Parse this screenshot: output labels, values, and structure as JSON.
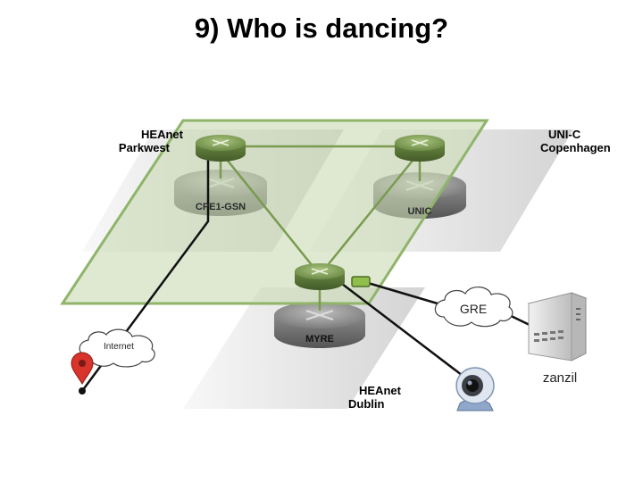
{
  "slide": {
    "title": "9) Who is dancing?"
  },
  "sites": {
    "parkwest": {
      "line1": "HEAnet",
      "line2": "Parkwest"
    },
    "copenhagen": {
      "line1": "UNI-C",
      "line2": "Copenhagen"
    },
    "dublin": {
      "line1": "HEAnet",
      "line2": "Dublin"
    }
  },
  "routers": {
    "cpe1": "CPE1-GSN",
    "unic": "UNIC",
    "myre": "MYRE"
  },
  "clouds": {
    "gre": "GRE",
    "internet": "Internet"
  },
  "hosts": {
    "zanzil": "zanzil"
  },
  "icons": {
    "logical_router": "router-icon",
    "physical_router": "router-icon",
    "server": "server-icon",
    "webcam": "webcam-icon",
    "map_pin": "map-pin-icon",
    "cloud": "cloud-icon"
  },
  "colors": {
    "overlay_fill": "#c9dbb4",
    "overlay_stroke": "#8fb46a",
    "logical_router": "#6f8f4a",
    "physical_router": "#7a7a7a",
    "pin": "#d9342b"
  }
}
